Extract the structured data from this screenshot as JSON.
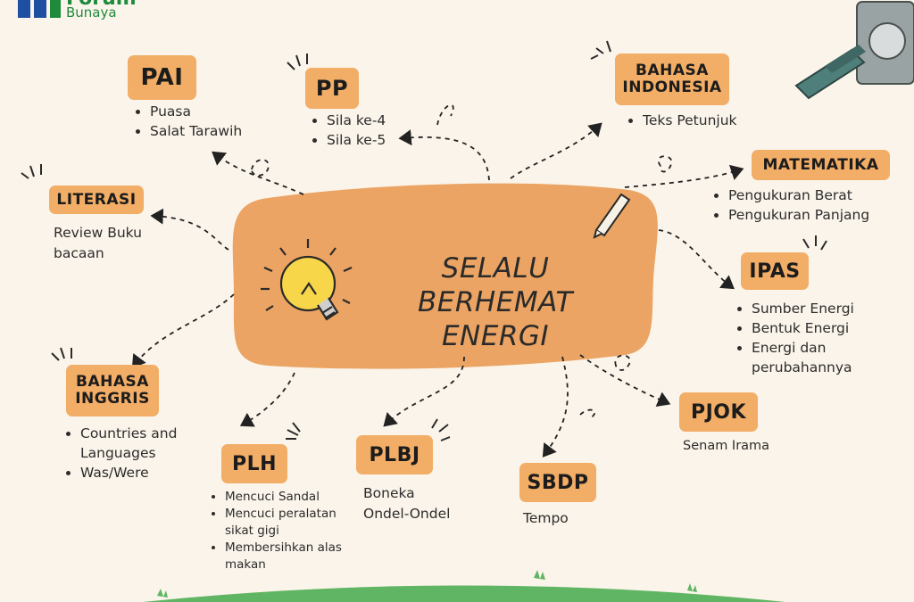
{
  "brand": {
    "name": "Forum",
    "sub": "Bunaya"
  },
  "center": {
    "title_line1": "SELALU BERHEMAT",
    "title_line2": "ENERGI"
  },
  "subjects": {
    "pai": {
      "label": "PAI",
      "items": [
        "Puasa",
        "Salat Tarawih"
      ]
    },
    "pp": {
      "label": "PP",
      "items": [
        "Sila ke-4",
        "Sila ke-5"
      ]
    },
    "bahasa_indonesia": {
      "label_line1": "BAHASA",
      "label_line2": "INDONESIA",
      "items": [
        "Teks Petunjuk"
      ]
    },
    "literasi": {
      "label": "LITERASI",
      "text_line1": "Review Buku",
      "text_line2": "bacaan"
    },
    "matematika": {
      "label": "MATEMATIKA",
      "items": [
        "Pengukuran Berat",
        "Pengukuran Panjang"
      ]
    },
    "ipas": {
      "label": "IPAS",
      "items": [
        "Sumber Energi",
        "Bentuk Energi",
        "Energi dan perubahannya"
      ]
    },
    "bahasa_inggris": {
      "label_line1": "BAHASA",
      "label_line2": "INGGRIS",
      "items": [
        "Countries and Languages",
        "Was/Were"
      ]
    },
    "plh": {
      "label": "PLH",
      "items": [
        "Mencuci Sandal",
        "Mencuci peralatan sikat gigi",
        "Membersihkan alas makan"
      ]
    },
    "plbj": {
      "label": "PLBJ",
      "text_line1": "Boneka",
      "text_line2": "Ondel-Ondel"
    },
    "sbdp": {
      "label": "SBDP",
      "text": "Tempo"
    },
    "pjok": {
      "label": "PJOK",
      "text": "Senam Irama"
    }
  },
  "colors": {
    "background": "#fbf4ea",
    "label": "#f2ad66",
    "blob": "#eba463",
    "grass": "#5fb563",
    "bulb": "#f7d64a",
    "logo_green": "#1e8a3c",
    "logo_blue": "#1f4fa0"
  },
  "icons": [
    "lightbulb-icon",
    "pencil-icon",
    "power-plug-icon",
    "spark-icon"
  ]
}
